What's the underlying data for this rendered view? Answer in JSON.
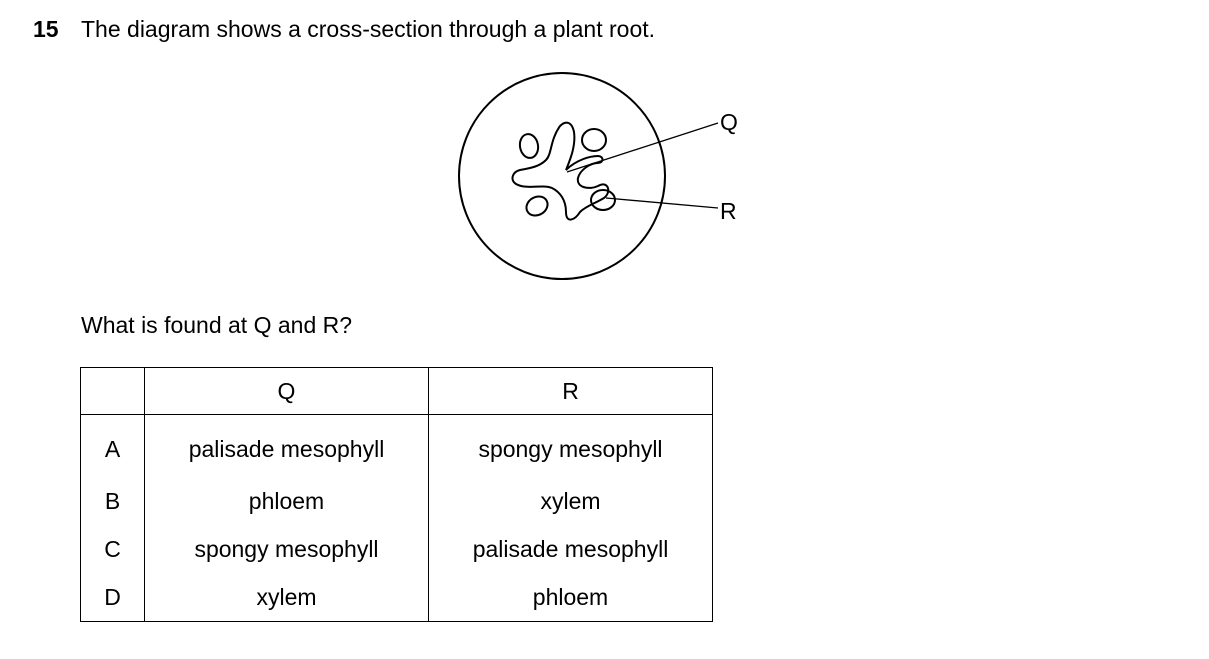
{
  "question": {
    "number": "15",
    "text": "The diagram shows a cross-section through a plant root.",
    "prompt": "What is found at Q and R?"
  },
  "diagram": {
    "labels": {
      "q": "Q",
      "r": "R"
    }
  },
  "table": {
    "headers": [
      "",
      "Q",
      "R"
    ],
    "rows": [
      {
        "letter": "A",
        "q": "palisade mesophyll",
        "r": "spongy mesophyll"
      },
      {
        "letter": "B",
        "q": "phloem",
        "r": "xylem"
      },
      {
        "letter": "C",
        "q": "spongy mesophyll",
        "r": "palisade mesophyll"
      },
      {
        "letter": "D",
        "q": "xylem",
        "r": "phloem"
      }
    ]
  }
}
